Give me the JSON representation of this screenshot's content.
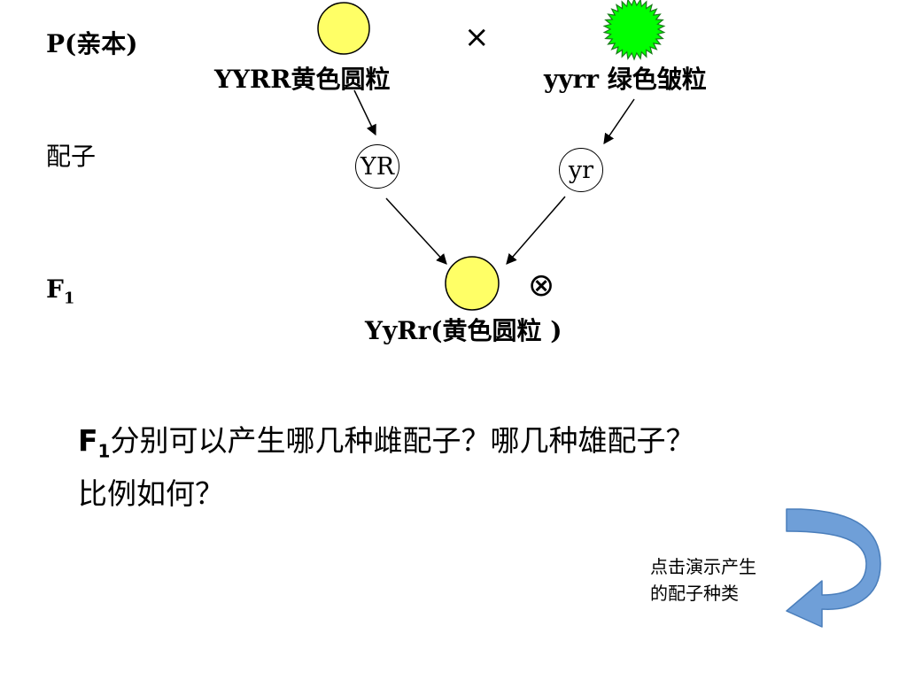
{
  "rows": {
    "parent": "P(亲本)",
    "gamete": "配子",
    "f1_main": "F",
    "f1_sub": "1"
  },
  "parents": {
    "left_label": "YYRR黄色圆粒",
    "cross_symbol": "×",
    "right_label": "yyrr 绿色皱粒"
  },
  "gametes": {
    "left": "YR",
    "right": "yr"
  },
  "f1": {
    "label": "YyRr(黄色圆粒 )",
    "self_cross_symbol": "⊗"
  },
  "question": {
    "f_main": "F",
    "f_sub": "1",
    "line1_rest": "分别可以产生哪几种雌配子？哪几种雄配子？",
    "line2": "比例如何？"
  },
  "action": {
    "line1": "点击演示产生",
    "line2": "的配子种类"
  },
  "colors": {
    "yellow_seed": "#ffff66",
    "green_seed": "#00ff00",
    "arrow_fill": "#6f9fd8",
    "arrow_stroke": "#4a7ebb"
  },
  "icons": {
    "yellow_round_seed": "yellow-circle",
    "green_wrinkled_seed": "green-starburst",
    "action_arrow": "curved-return-arrow"
  }
}
